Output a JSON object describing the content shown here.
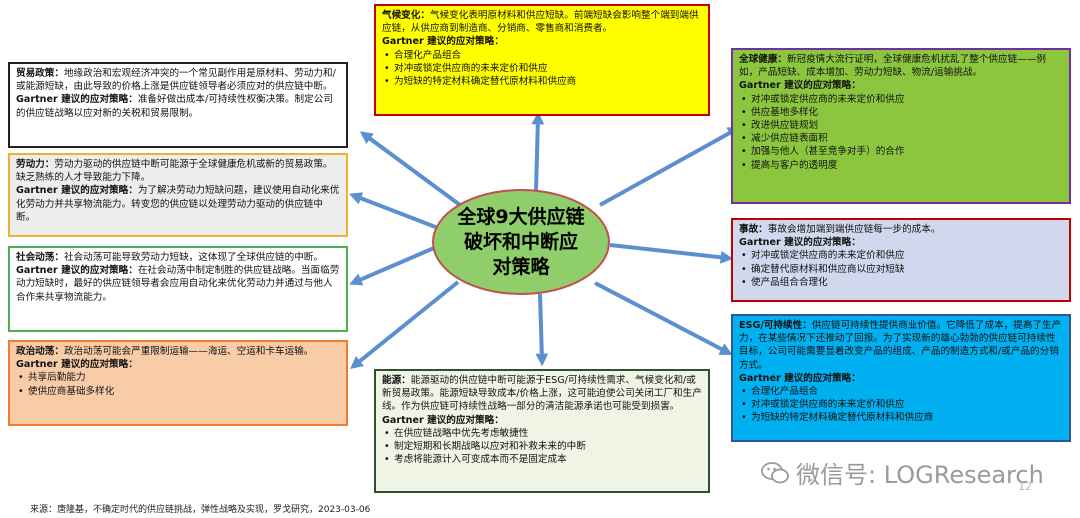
{
  "hub": {
    "title": "全球9大供应链破坏和中断应对策略"
  },
  "gartner_label": "Gartner 建议的应对策略：",
  "boxes": {
    "trade": {
      "title": "贸易政策：",
      "body": "地缘政治和宏观经济冲突的一个常见副作用是原材料、劳动力和/或能源短缺，由此导致的价格上涨是供应链领导者必须应对的供应链中断。",
      "strategy": "准备好做出成本/可持续性权衡决策。制定公司的供应链战略以应对新的关税和贸易限制。"
    },
    "labor": {
      "title": "劳动力：",
      "body": "劳动力驱动的供应链中断可能源于全球健康危机或新的贸易政策。缺乏熟练的人才导致能力下降。",
      "strategy": "为了解决劳动力短缺问题，建议使用自动化来优化劳动力并共享物流能力。转变您的供应链以处理劳动力驱动的供应链中断。"
    },
    "social": {
      "title": "社会动荡：",
      "body": "社会动荡可能导致劳动力短缺，这体现了全球供应链的中断。",
      "strategy": "在社会动荡中制定制胜的供应链战略。当面临劳动力短缺时，最好的供应链领导者会应用自动化来优化劳动力并通过与他人合作来共享物流能力。"
    },
    "political": {
      "title": "政治动荡：",
      "body": "政治动荡可能会严重限制运输——海运、空运和卡车运输。",
      "items": [
        "共享后勤能力",
        "使供应商基础多样化"
      ]
    },
    "climate": {
      "title": "气候变化：",
      "body": "气候变化表明原材料和供应短缺。前端短缺会影响整个端到端供应链，从供应商到制造商、分销商、零售商和消费者。",
      "items": [
        "合理化产品组合",
        "对冲或锁定供应商的未来定价和供应",
        "为短缺的特定材料确定替代原材料和供应商"
      ]
    },
    "energy": {
      "title": "能源：",
      "body": "能源驱动的供应链中断可能源于ESG/可持续性需求、气候变化和/或新贸易政策。能源短缺导致成本/价格上涨，这可能迫使公司关闭工厂和生产线。作为供应链可持续性战略一部分的清洁能源承诺也可能受到损害。",
      "items": [
        "在供应链战略中优先考虑敏捷性",
        "制定短期和长期战略以应对和补救未来的中断",
        "考虑将能源计入可变成本而不是固定成本"
      ]
    },
    "health": {
      "title": "全球健康：",
      "body": "新冠疫情大流行证明，全球健康危机扰乱了整个供应链——例如，产品短缺、成本增加、劳动力短缺、物流/运输挑战。",
      "items": [
        "对冲或锁定供应商的未来定价和供应",
        "供应基地多样化",
        "改进供应链规划",
        "减少供应链表面积",
        "加强与他人（甚至竞争对手）的合作",
        "提高与客户的透明度"
      ]
    },
    "accident": {
      "title": "事故：",
      "body": "事故会增加端到端供应链每一步的成本。",
      "items": [
        "对冲或锁定供应商的未来定价和供应",
        "确定替代原材料和供应商以应对短缺",
        "使产品组合合理化"
      ]
    },
    "esg": {
      "title": "ESG/可持续性：",
      "body": "供应链可持续性提供商业价值。它降低了成本，提高了生产力，在某些情况下还推动了回报。为了实现新的雄心勃勃的供应链可持续性目标，公司可能需要显着改变产品的组成、产品的制造方式和/或产品的分销方式。",
      "items": [
        "合理化产品组合",
        "对冲或锁定供应商的未来定价和供应",
        "为短缺的特定材料确定替代原材料和供应商"
      ]
    }
  },
  "colors": {
    "trade": {
      "border": "#222222",
      "bg": "#ffffff"
    },
    "labor": {
      "border": "#f0b030",
      "bg": "#ededed"
    },
    "social": {
      "border": "#4caf50",
      "bg": "#ffffff"
    },
    "political": {
      "border": "#ed7d31",
      "bg": "#f9cca8"
    },
    "climate": {
      "border": "#c00000",
      "bg": "#ffff00"
    },
    "energy": {
      "border": "#2f4f2f",
      "bg": "#eff4e4"
    },
    "health": {
      "border": "#7030a0",
      "bg": "#8cc63f"
    },
    "accident": {
      "border": "#c00000",
      "bg": "#d0d8ee"
    },
    "esg": {
      "border": "#2f5597",
      "bg": "#00b0f0"
    },
    "arrow": "#5b8fd0"
  },
  "footer": "来源：唐隆基，不确定时代的供应链挑战，弹性战略及实现，罗戈研究，2023-03-06",
  "watermark": "微信号: LOGResearch",
  "watermark_icon": "wechat-icon",
  "page_number": "12"
}
